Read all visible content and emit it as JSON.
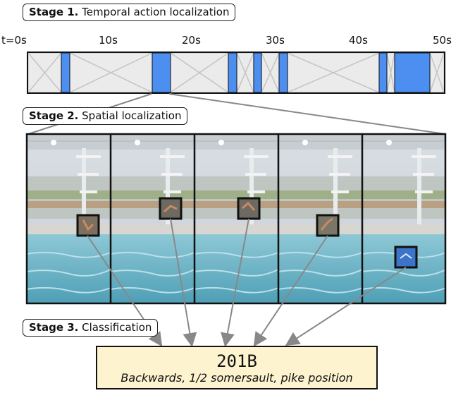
{
  "stage1": {
    "bold": "Stage 1.",
    "text": "Temporal action localization"
  },
  "stage2": {
    "bold": "Stage 2.",
    "text": "Spatial localization"
  },
  "stage3": {
    "bold": "Stage 3.",
    "text": "Classification"
  },
  "ticks": [
    "t=0s",
    "10s",
    "20s",
    "30s",
    "40s",
    "50s"
  ],
  "output": {
    "code": "201B",
    "description": "Backwards, 1/2 somersault, pike position"
  },
  "colors": {
    "action_segment": "#4c8ff0",
    "output_bg": "#fdf3cf"
  }
}
